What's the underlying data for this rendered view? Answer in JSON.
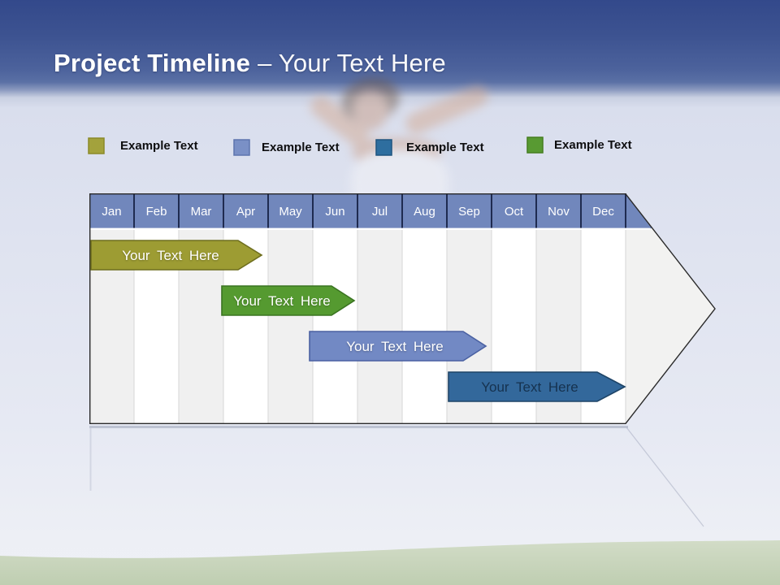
{
  "header": {
    "title_bold": "Project Timeline",
    "title_rest": "– Your Text Here"
  },
  "legend": {
    "items": [
      {
        "label": "Example Text",
        "color": "#A3A23C",
        "border": "#8B8A28"
      },
      {
        "label": "Example Text",
        "color": "#7A90C6",
        "border": "#5C74AE"
      },
      {
        "label": "Example Text",
        "color": "#2E6E9F",
        "border": "#1F5580"
      },
      {
        "label": "Example Text",
        "color": "#589A32",
        "border": "#457E20"
      }
    ]
  },
  "timeline": {
    "header_color": "#7187BC",
    "months": [
      "Jan",
      "Feb",
      "Mar",
      "Apr",
      "May",
      "Jun",
      "Jul",
      "Aug",
      "Sep",
      "Oct",
      "Nov",
      "Dec"
    ],
    "bars": [
      {
        "label": "Your Text Here",
        "color": "#9D9C33",
        "border": "#6E6E1E",
        "text_color": "#FFFFFF",
        "start_month": "Jan",
        "end_month": "Apr"
      },
      {
        "label": "Your Text Here",
        "color": "#559A30",
        "border": "#3A7421",
        "text_color": "#FFFFFF",
        "start_month": "Apr",
        "end_month": "Jun"
      },
      {
        "label": "Your Text Here",
        "color": "#7289C4",
        "border": "#4A61A2",
        "text_color": "#FFFFFF",
        "start_month": "Jun",
        "end_month": "Sep"
      },
      {
        "label": "Your Text Here",
        "color": "#33689B",
        "border": "#1E4467",
        "text_color": "#16324F",
        "start_month": "Sep",
        "end_month": "Dec"
      }
    ]
  },
  "chart_data": {
    "type": "bar",
    "subtype": "gantt-timeline",
    "title": "Project Timeline – Your Text Here",
    "categories": [
      "Jan",
      "Feb",
      "Mar",
      "Apr",
      "May",
      "Jun",
      "Jul",
      "Aug",
      "Sep",
      "Oct",
      "Nov",
      "Dec"
    ],
    "series": [
      {
        "name": "Your Text Here",
        "start": 0.0,
        "end": 3.9,
        "color": "#9D9C33"
      },
      {
        "name": "Your Text Here",
        "start": 3.0,
        "end": 5.9,
        "color": "#559A30"
      },
      {
        "name": "Your Text Here",
        "start": 4.9,
        "end": 8.9,
        "color": "#7289C4"
      },
      {
        "name": "Your Text Here",
        "start": 8.0,
        "end": 12.0,
        "color": "#33689B"
      }
    ],
    "x_axis_unit": "months",
    "x_range": [
      0,
      12
    ],
    "legend_position": "top",
    "grid": "alternating vertical month stripes"
  }
}
